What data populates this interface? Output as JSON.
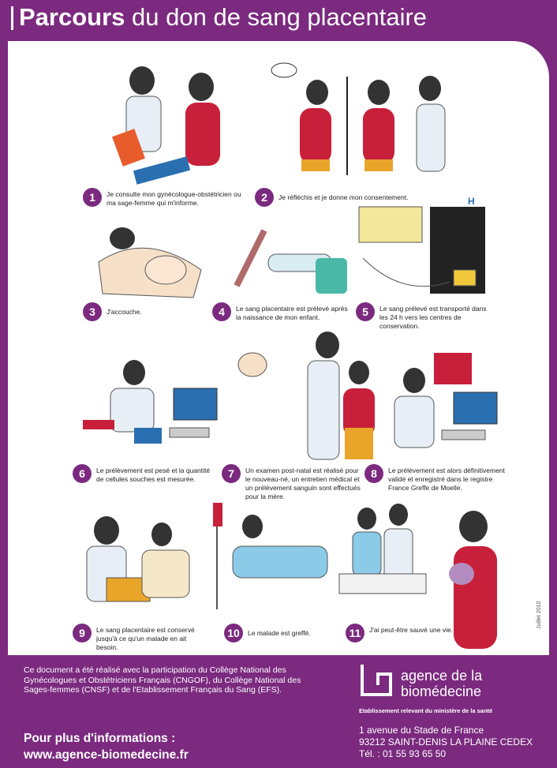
{
  "header": {
    "title_bold": "Parcours",
    "title_rest": " du don de sang placentaire"
  },
  "steps": [
    {
      "num": "1",
      "text": "Je consulte mon gynécologue-obstétricien ou ma sage-femme qui m'informe."
    },
    {
      "num": "2",
      "text": "Je réfléchis et je donne mon consentement."
    },
    {
      "num": "3",
      "text": "J'accouche."
    },
    {
      "num": "4",
      "text": "Le sang placentaire est prélevé après la naissance de mon enfant."
    },
    {
      "num": "5",
      "text": "Le sang prélevé est transporté dans les 24 h vers les centres de conservation."
    },
    {
      "num": "6",
      "text": "Le prélèvement est pesé et la quantité de cellules souches est mesurée."
    },
    {
      "num": "7",
      "text": "Un examen post-natal est réalisé pour le nouveau-né, un entretien médical et un prélèvement sanguin sont effectués pour la mère."
    },
    {
      "num": "8",
      "text": "Le prélèvement est alors définitivement validé et enregistré dans le registre France Greffe de Moelle."
    },
    {
      "num": "9",
      "text": "Le sang placentaire est conservé jusqu'à ce qu'un malade en ait besoin."
    },
    {
      "num": "10",
      "text": "Le malade est greffé."
    },
    {
      "num": "11",
      "text": "J'ai peut-être sauvé une vie."
    }
  ],
  "credit": "Juillet 2010",
  "footer": {
    "participation": "Ce document a été réalisé avec la participation du Collège National des Gynécologues et Obstétriciens Français (CNGOF), du Collège National des Sages-femmes (CNSF) et de l'Etablissement Français du Sang (EFS).",
    "more_label": "Pour plus d'informations :",
    "website": "www.agence-biomedecine.fr",
    "logo_line1": "agence de la",
    "logo_line2": "biomédecine",
    "logo_tagline": "Etablissement relevant du ministère de la santé",
    "address1": "1 avenue du Stade de France",
    "address2": "93212 SAINT-DENIS LA PLAINE CEDEX",
    "phone": "Tél. : 01 55 93 65 50"
  },
  "colors": {
    "brand_purple": "#7b2a7f",
    "text": "#222222",
    "white": "#ffffff"
  }
}
